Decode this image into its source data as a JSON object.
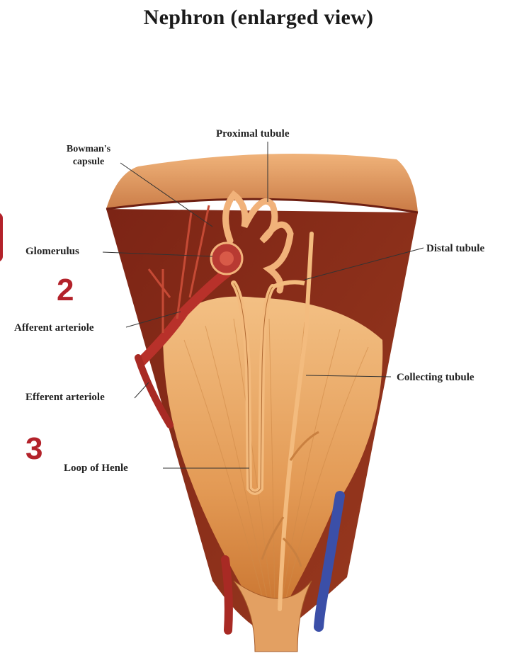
{
  "title": "Nephron (enlarged view)",
  "labels": {
    "bowmans_capsule": "Bowman's capsule",
    "proximal_tubule": "Proximal tubule",
    "glomerulus": "Glomerulus",
    "distal_tubule": "Distal tubule",
    "afferent_arteriole": "Afferent arteriole",
    "efferent_arteriole": "Efferent arteriole",
    "collecting_tubule": "Collecting tubule",
    "loop_of_henle": "Loop of Henle"
  },
  "markers": {
    "marker_2": "2",
    "marker_3": "3"
  },
  "colors": {
    "cortex": "#8a2a1a",
    "cortex_top": "#d9955a",
    "medulla": "#e7a15c",
    "tubule": "#f0b26e",
    "artery": "#b8312a",
    "vein": "#3b4fa8",
    "marker": "#b3222a"
  }
}
